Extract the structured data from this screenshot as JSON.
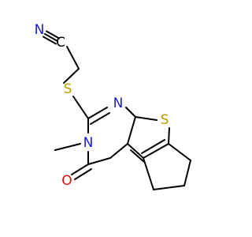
{
  "colors": {
    "carbon_bond": "#000000",
    "sulfur": "#b8a000",
    "nitrogen": "#1a1adf",
    "oxygen": "#e01010",
    "background": "#ffffff"
  },
  "atoms": {
    "nitrile_n": "N",
    "nitrile_c": "C",
    "thioether_s": "S",
    "ring_n_top": "N",
    "ring_n_left": "N",
    "thiophene_s": "S",
    "carbonyl_o": "O"
  }
}
